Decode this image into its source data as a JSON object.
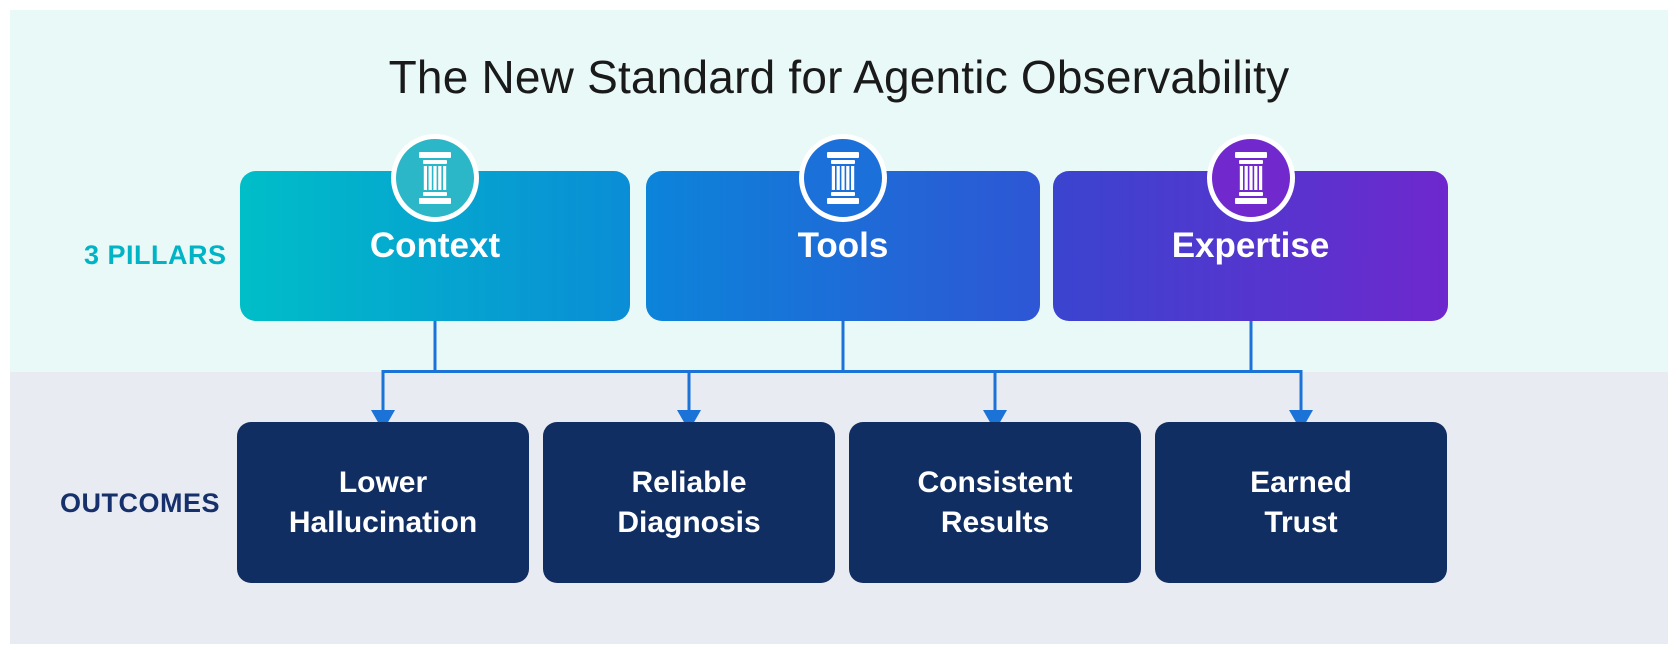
{
  "title": "The New Standard for Agentic Observability",
  "colors": {
    "page_bg": "#ffffff",
    "band_top": "#e8f9f8",
    "band_bottom": "#e9ebf2",
    "connector": "#1b72d7",
    "outcome_box": "#112e63",
    "pillars_label": "#00b4c5",
    "outcomes_label": "#15306b",
    "title_text": "#1a1a1a",
    "card_text": "#ffffff"
  },
  "pillars": {
    "section_label": "3 PILLARS",
    "items": [
      {
        "label": "Context",
        "icon": "column-icon",
        "gradient_start": "#00bec8",
        "gradient_end": "#0a8dd6",
        "circle_color": "#2bb7c7"
      },
      {
        "label": "Tools",
        "icon": "column-icon",
        "gradient_start": "#0c84da",
        "gradient_end": "#2e56d5",
        "circle_color": "#1c70da"
      },
      {
        "label": "Expertise",
        "icon": "column-icon",
        "gradient_start": "#3a44cf",
        "gradient_end": "#6e28cd",
        "circle_color": "#7129ce"
      }
    ]
  },
  "outcomes": {
    "section_label": "OUTCOMES",
    "items": [
      {
        "line1": "Lower",
        "line2": "Hallucination"
      },
      {
        "line1": "Reliable",
        "line2": "Diagnosis"
      },
      {
        "line1": "Consistent",
        "line2": "Results"
      },
      {
        "line1": "Earned",
        "line2": "Trust"
      }
    ]
  }
}
